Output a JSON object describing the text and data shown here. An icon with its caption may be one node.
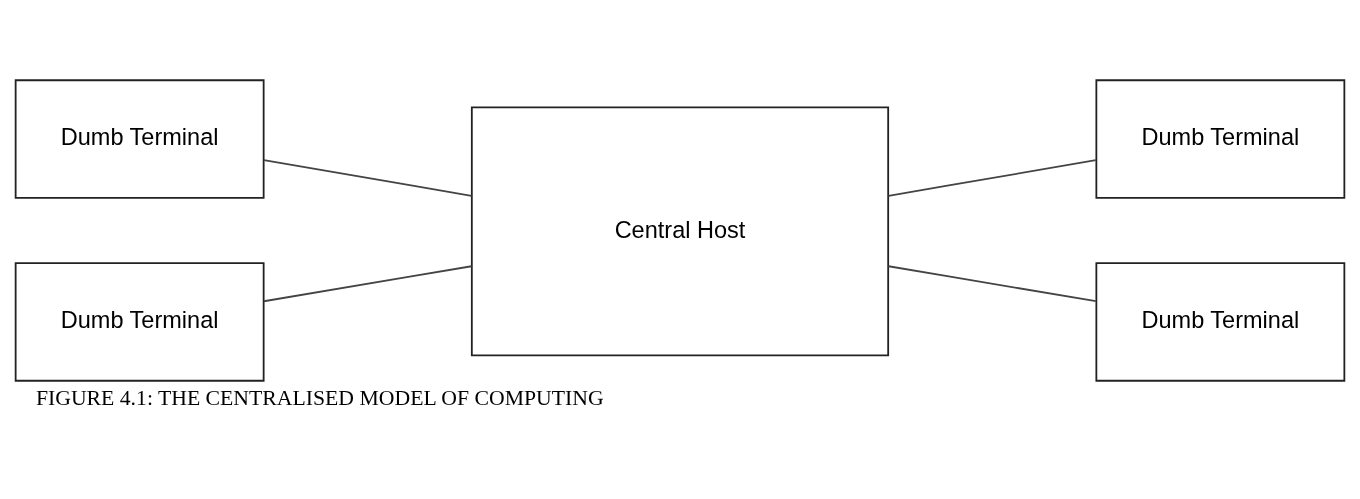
{
  "diagram": {
    "caption": "FIGURE 4.1: THE CENTRALISED MODEL OF COMPUTING",
    "nodes": [
      {
        "text": [
          "Dumb Terminal"
        ]
      },
      {
        "text": [
          "Central Host"
        ]
      },
      {
        "text": [
          "Dumb Terminal"
        ]
      },
      {
        "text": [
          "Dumb Terminal"
        ]
      },
      {
        "text": [
          "Dumb Terminal"
        ]
      }
    ],
    "edges": [
      {
        "from": 0,
        "to": 1,
        "arrow": "none"
      },
      {
        "from": 3,
        "to": 1,
        "arrow": "none"
      },
      {
        "from": 1,
        "to": 2,
        "arrow": "none"
      },
      {
        "from": 1,
        "to": 4,
        "arrow": "none"
      }
    ]
  }
}
